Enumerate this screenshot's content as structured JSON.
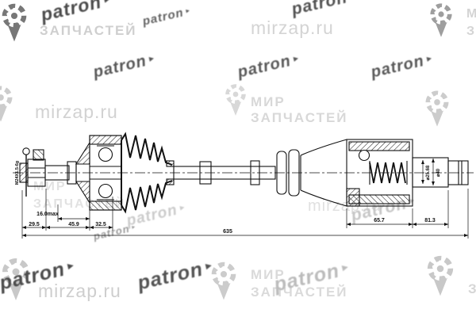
{
  "watermarks": {
    "brand_text": "patron",
    "brand_arrow": "►",
    "site_text": "mirzap.ru",
    "word_mir": "МИР",
    "word_zapchastei": "ЗАПЧАСТЕЙ",
    "colors": {
      "logo_dark": "#4a4a4a",
      "text_light": "#d2d2d2",
      "gear_light": "#c8c8c8",
      "gear_dark": "#777777"
    }
  },
  "drawing": {
    "line_color": "#111111",
    "labels": {
      "thread_spec": "M24X1.5-6g",
      "dim_left_1": "29.5",
      "dim_left_2": "45.9",
      "dim_left_3": "32.5",
      "dim_left_max": "16.0max",
      "dim_right_1": "65.7",
      "dim_right_2": "81.3",
      "dim_overall": "635",
      "dia_shaft": "⌀25.68",
      "dia_end": "⌀40"
    }
  }
}
